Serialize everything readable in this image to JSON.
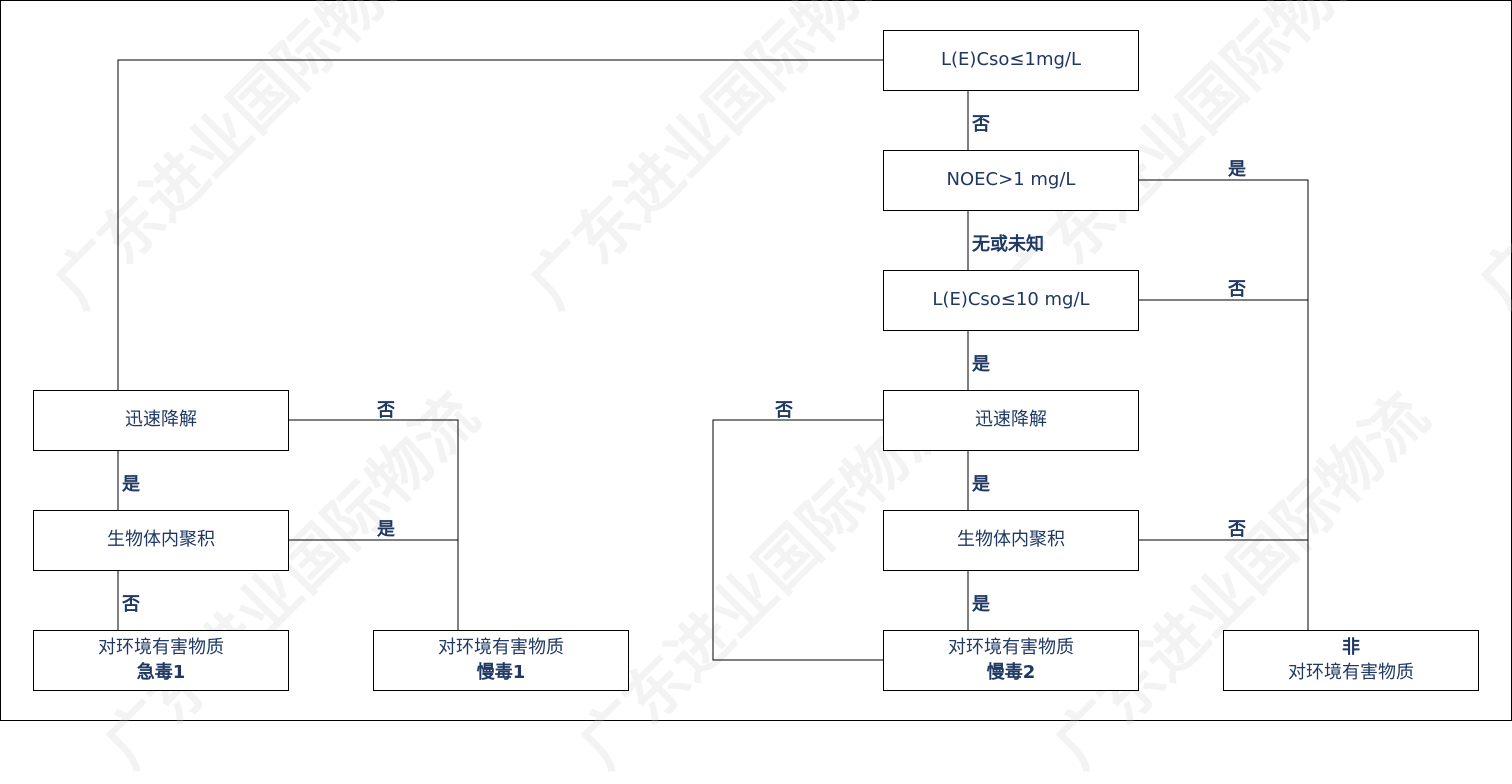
{
  "watermark": "广东进业国际物流",
  "nodes": {
    "lec50_1": "L(E)Cso≤1mg/L",
    "noec": "NOEC>1 mg/L",
    "lec50_10": "L(E)Cso≤10 mg/L",
    "rapid_left": "迅速降解",
    "bio_left": "生物体内聚积",
    "rapid_right": "迅速降解",
    "bio_right": "生物体内聚积",
    "acute1": {
      "line1": "对环境有害物质",
      "line2": "急毒1"
    },
    "chronic1": {
      "line1": "对环境有害物质",
      "line2": "慢毒1"
    },
    "chronic2": {
      "line1": "对环境有害物质",
      "line2": "慢毒2"
    },
    "not_hazard": {
      "line1": "非",
      "line2": "对环境有害物质"
    }
  },
  "edge_labels": {
    "no_1": "否",
    "yes_noec": "是",
    "none_or_unknown": "无或未知",
    "no_lec10": "否",
    "yes_lec10": "是",
    "no_rapid_left": "否",
    "yes_rapid_left": "是",
    "yes_bio_left": "是",
    "no_bio_left": "否",
    "no_rapid_right": "否",
    "yes_rapid_right": "是",
    "no_bio_right": "否",
    "yes_bio_right": "是"
  }
}
